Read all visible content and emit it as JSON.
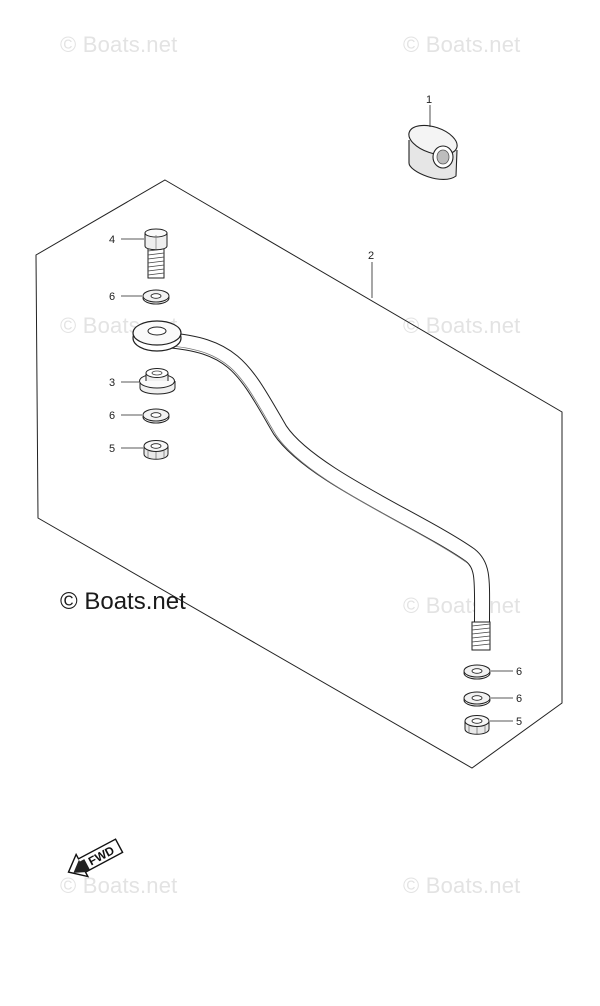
{
  "watermarks": [
    "© Boats.net",
    "© Boats.net",
    "© Boats.net",
    "© Boats.net",
    "© Boats.net",
    "© Boats.net",
    "© Boats.net"
  ],
  "copyright": "© Boats.net",
  "callouts": {
    "nut_1": "1",
    "drag_link_2": "2",
    "bushing_3": "3",
    "bolt_4": "4",
    "nut_5_upper": "5",
    "washer_6_a": "6",
    "washer_6_b": "6",
    "washer_6_c": "6",
    "washer_6_d": "6",
    "nut_5_lower": "5"
  },
  "direction_label": "FWD",
  "colors": {
    "line": "#222222",
    "watermark": "#e3e3e3",
    "background": "#ffffff"
  }
}
